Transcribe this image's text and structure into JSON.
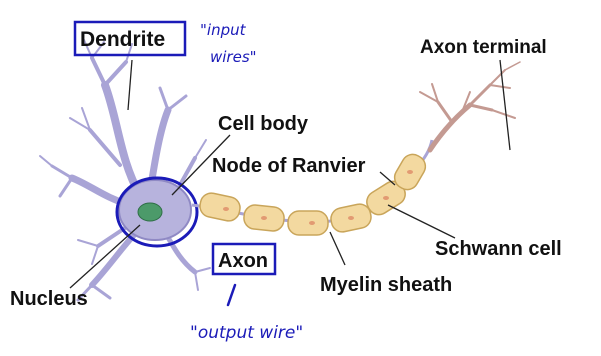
{
  "labels": {
    "dendrite": "Dendrite",
    "cell_body": "Cell body",
    "node_of_ranvier": "Node of Ranvier",
    "axon_terminal": "Axon terminal",
    "schwann_cell": "Schwann cell",
    "myelin_sheath": "Myelin sheath",
    "axon": "Axon",
    "nucleus": "Nucleus"
  },
  "annotations": {
    "input_wires_line1": "\"input",
    "input_wires_line2": "wires\"",
    "output_wire": "\"output wire\""
  },
  "colors": {
    "dendrite_fill": "#b7b3dd",
    "dendrite_stroke": "#8f89c4",
    "nucleus": "#4c9a6a",
    "myelin_fill": "#f3d9a0",
    "myelin_stroke": "#c9a55a",
    "terminal": "#c49a92",
    "ink_blue": "#1b1bb8",
    "leader_line": "#222222"
  }
}
